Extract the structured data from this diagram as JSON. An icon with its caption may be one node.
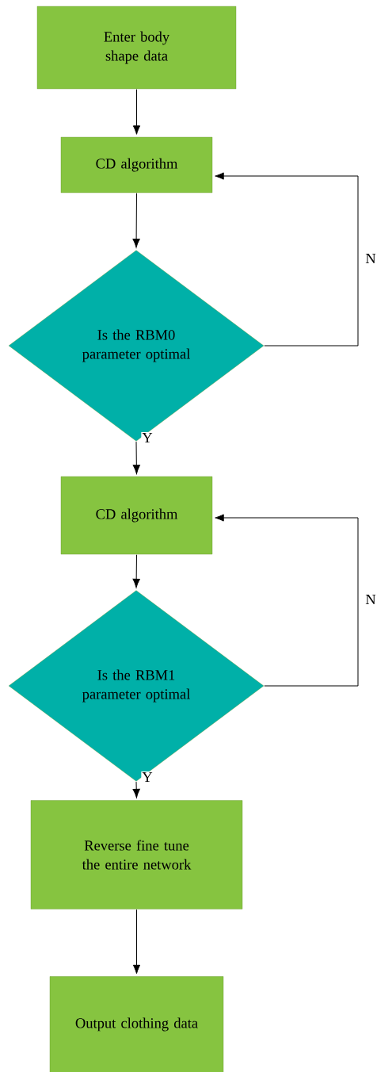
{
  "diagram": {
    "nodes": [
      {
        "text": [
          "Enter body shape data"
        ]
      },
      {
        "text": [
          "CD algorithm"
        ]
      },
      {
        "text": [
          "Is the RBM0 parameter optimal"
        ]
      },
      {
        "text": [
          "CD algorithm"
        ]
      },
      {
        "text": [
          "Is the RBM1 parameter optimal"
        ]
      },
      {
        "text": [
          "Reverse fine tune the entire network"
        ]
      },
      {
        "text": [
          "Output clothing data"
        ]
      }
    ],
    "edges": [
      {
        "from": 0,
        "to": 1,
        "arrow": "to"
      },
      {
        "from": 1,
        "to": 2,
        "arrow": "to"
      },
      {
        "from": 2,
        "to": 3,
        "arrow": "to",
        "label": "Y"
      },
      {
        "from": 2,
        "to": 1,
        "arrow": "to",
        "label": "N"
      },
      {
        "from": 3,
        "to": 4,
        "arrow": "to"
      },
      {
        "from": 4,
        "to": 5,
        "arrow": "to",
        "label": "Y"
      },
      {
        "from": 4,
        "to": 3,
        "arrow": "to",
        "label": "N"
      },
      {
        "from": 5,
        "to": 6,
        "arrow": "to"
      }
    ]
  }
}
